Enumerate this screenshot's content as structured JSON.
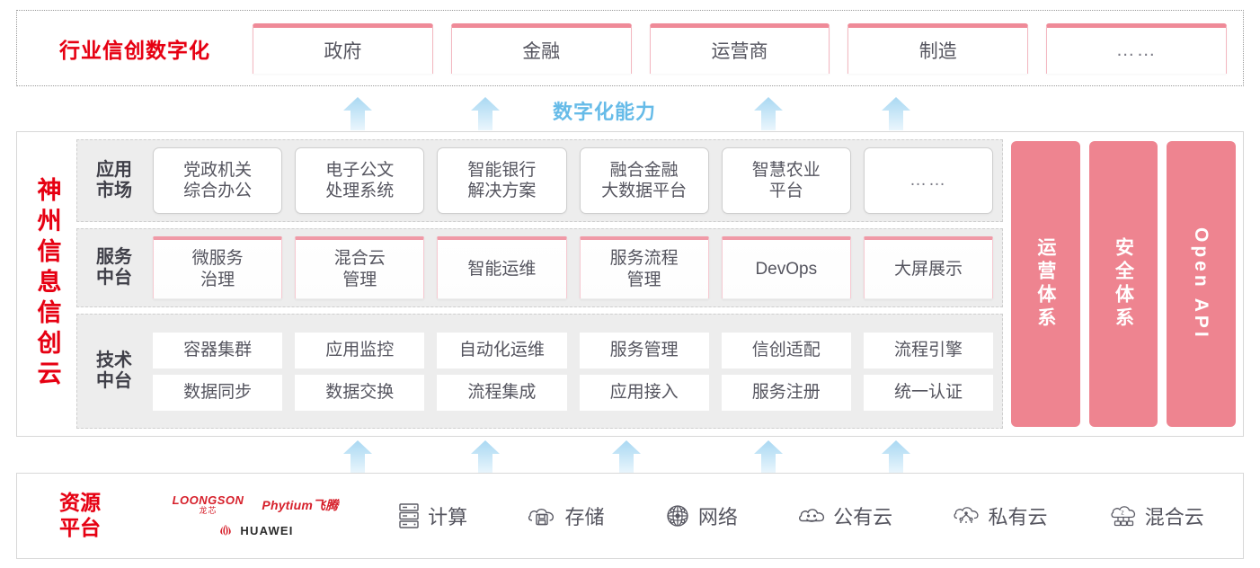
{
  "industry": {
    "title": "行业信创数字化",
    "cards": [
      {
        "label": "政府"
      },
      {
        "label": "金融"
      },
      {
        "label": "运营商"
      },
      {
        "label": "制造"
      },
      {
        "label": "……"
      }
    ]
  },
  "capability": {
    "label": "数字化能力",
    "arrow_color": "#bfe2f7",
    "label_color": "#66bbe8"
  },
  "cloud": {
    "brand": "神州信息信创云",
    "tiers": [
      {
        "key": "apps",
        "label": "应用\n市场",
        "label_line1": "应用",
        "label_line2": "市场",
        "cards": [
          "党政机关\n综合办公",
          "电子公文\n处理系统",
          "智能银行\n解决方案",
          "融合金融\n大数据平台",
          "智慧农业\n平台",
          "……"
        ]
      },
      {
        "key": "services",
        "label_line1": "服务",
        "label_line2": "中台",
        "cards": [
          "微服务\n治理",
          "混合云\n管理",
          "智能运维",
          "服务流程\n管理",
          "DevOps",
          "大屏展示"
        ]
      },
      {
        "key": "tech",
        "label_line1": "技术",
        "label_line2": "中台",
        "row1": [
          "容器集群",
          "应用监控",
          "自动化运维",
          "服务管理",
          "信创适配",
          "流程引擎"
        ],
        "row2": [
          "数据同步",
          "数据交换",
          "流程集成",
          "应用接入",
          "服务注册",
          "统一认证"
        ]
      }
    ],
    "side_columns": [
      {
        "label": "运营体系"
      },
      {
        "label": "安全体系"
      },
      {
        "label": "Open API"
      }
    ],
    "accent_color": "#ee8490",
    "tier_bg": "#ededed"
  },
  "resource": {
    "title_line1": "资源",
    "title_line2": "平台",
    "logos": [
      {
        "name": "loongson",
        "en": "LOONGSON",
        "cn": "龙芯"
      },
      {
        "name": "phytium",
        "text": "Phytium飞腾"
      },
      {
        "name": "huawei",
        "text": "HUAWEI"
      }
    ],
    "items": [
      {
        "icon": "server-icon",
        "label": "计算"
      },
      {
        "icon": "cloud-storage-icon",
        "label": "存储"
      },
      {
        "icon": "network-icon",
        "label": "网络"
      },
      {
        "icon": "public-cloud-icon",
        "label": "公有云"
      },
      {
        "icon": "private-cloud-icon",
        "label": "私有云"
      },
      {
        "icon": "hybrid-cloud-icon",
        "label": "混合云"
      }
    ]
  },
  "colors": {
    "brand_red": "#e60012",
    "pink": "#ee8490",
    "light_blue": "#bfe2f7",
    "tier_gray": "#ededed"
  }
}
